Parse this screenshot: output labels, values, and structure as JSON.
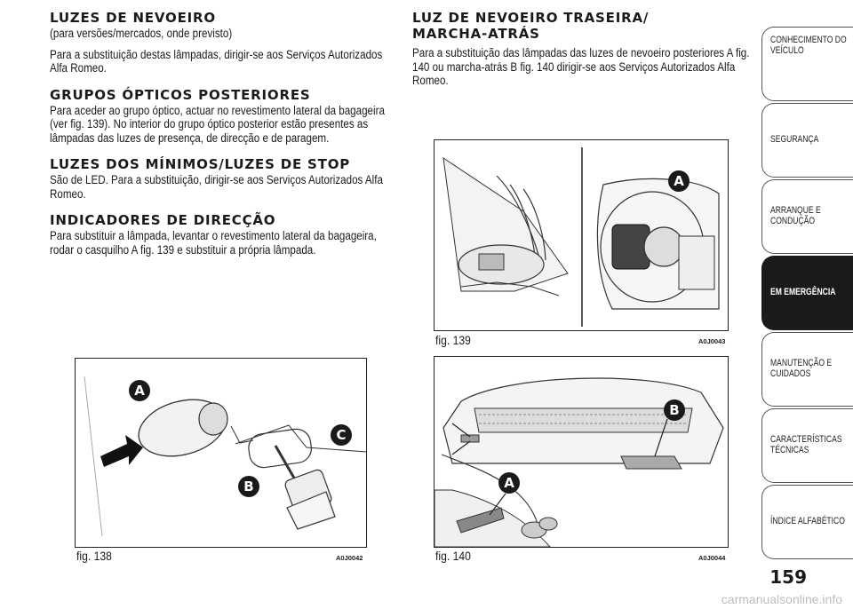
{
  "left_column": {
    "sections": [
      {
        "heading": "LUZES DE NEVOEIRO",
        "paragraphs": [
          "(para versões/mercados, onde previsto)",
          "Para a substituição destas lâmpadas, dirigir-se aos Serviços Autorizados Alfa Romeo."
        ]
      },
      {
        "heading": "GRUPOS ÓPTICOS POSTERIORES",
        "paragraphs": [
          "Para aceder ao grupo óptico, actuar no revestimento lateral da bagageira (ver fig. 139). No interior do grupo óptico posterior estão presentes as lâmpadas das luzes de presença, de direcção e de paragem."
        ]
      },
      {
        "heading": "LUZES DOS MÍNIMOS/LUZES DE STOP",
        "paragraphs": [
          "São de LED. Para a substituição, dirigir-se aos Serviços Autorizados Alfa Romeo."
        ]
      },
      {
        "heading": "INDICADORES DE DIRECÇÃO",
        "paragraphs": [
          "Para substituir a lâmpada, levantar o revestimento lateral da bagageira, rodar o casquilho A fig. 139 e substituir a própria lâmpada."
        ]
      }
    ]
  },
  "right_column": {
    "heading_line1": "LUZ DE NEVOEIRO TRASEIRA/",
    "heading_line2": "MARCHA-ATRÁS",
    "paragraph": "Para a substituição das lâmpadas das luzes de nevoeiro posteriores A fig. 140 ou marcha-atrás B fig. 140 dirigir-se aos Serviços Autorizados Alfa Romeo."
  },
  "figures": {
    "fig138": {
      "caption": "fig. 138",
      "code": "A0J0042",
      "callouts": [
        "A",
        "B",
        "C"
      ]
    },
    "fig139": {
      "caption": "fig. 139",
      "code": "A0J0043",
      "callouts": [
        "A"
      ]
    },
    "fig140": {
      "caption": "fig. 140",
      "code": "A0J0044",
      "callouts": [
        "A",
        "B"
      ]
    }
  },
  "side_tabs": [
    {
      "label": "CONHECIMENTO DO VEÍCULO",
      "active": false
    },
    {
      "label": "SEGURANÇA",
      "active": false
    },
    {
      "label": "ARRANQUE E CONDUÇÃO",
      "active": false
    },
    {
      "label": "EM EMERGÊNCIA",
      "active": true
    },
    {
      "label": "MANUTENÇÃO E CUIDADOS",
      "active": false
    },
    {
      "label": "CARACTERÍSTICAS TÉCNICAS",
      "active": false
    },
    {
      "label": "ÍNDICE ALFABÉTICO",
      "active": false
    }
  ],
  "page_number": "159",
  "watermark": "carmanualsonline.info",
  "colors": {
    "active_tab": "#1a1a1a",
    "callout_fill": "#1a1a1a"
  }
}
